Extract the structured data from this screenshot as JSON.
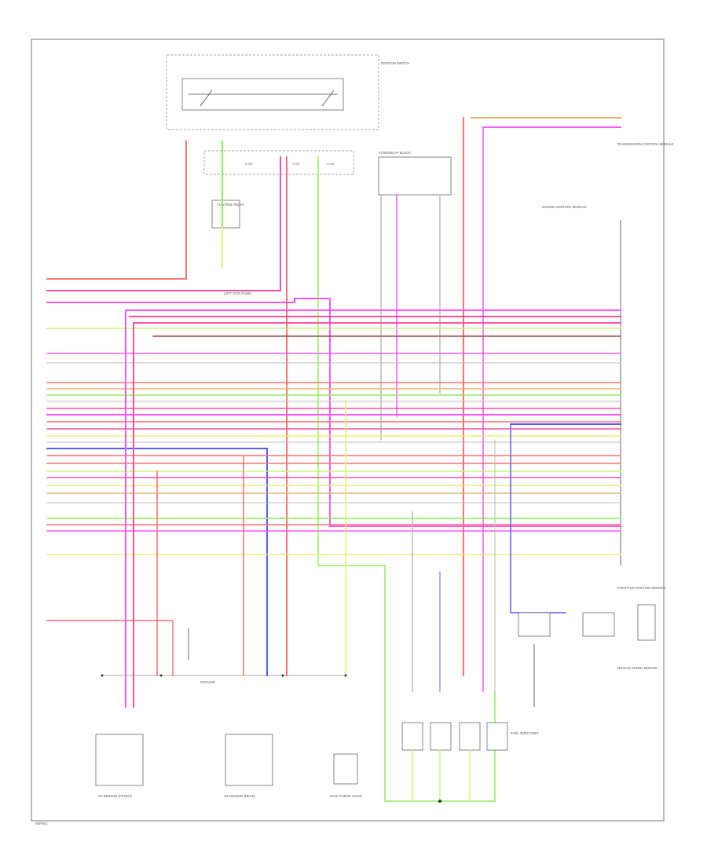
{
  "page": {
    "footer_code": "WIRING",
    "colors": {
      "red": "#ff7070",
      "pink": "#ff4fa3",
      "magenta": "#ff55ff",
      "green": "#8af25a",
      "light_green": "#c6f57a",
      "yellow": "#f2ea7a",
      "orange_tan": "#e8b46a",
      "dark_red": "#a04848",
      "blue": "#5a5aff",
      "light_blue": "#b2b2ee",
      "gray": "#bbbbbb",
      "black": "#555555"
    }
  },
  "components": {
    "ignition_switch": "IGNITION SWITCH",
    "fuse_block": "FUSE/RELAY BLOCK",
    "fuse_a": "FUSE",
    "fuse_b": "FUSE",
    "fuse_c": "FUSE",
    "left_kick_panel": "LEFT KICK PANEL",
    "control_relay": "CONTROL RELAY",
    "ecm": "ENGINE CONTROL MODULE",
    "tcm": "TRANSMISSION CONTROL MODULE",
    "o2_sensor_front": "O2 SENSOR (FRONT)",
    "o2_sensor_rear": "O2 SENSOR (REAR)",
    "evap_valve": "EVAP PURGE VALVE",
    "injectors": "FUEL INJECTORS",
    "ground": "GROUND",
    "vehicle_speed_sensor": "VEHICLE SPEED SENSOR",
    "throttle_position_sensor": "THROTTLE POSITION SENSOR"
  }
}
